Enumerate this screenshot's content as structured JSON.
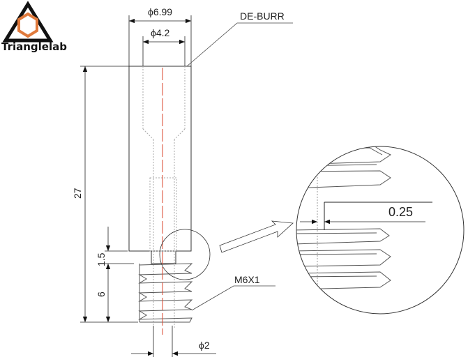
{
  "logo": {
    "brand": "Trianglelab",
    "accent": "#e07a3c"
  },
  "dimensions": {
    "outer_diameter": "ϕ6.99",
    "inner_diameter": "ϕ4.2",
    "deburr_note": "DE-BURR",
    "total_length": "27",
    "neck_length": "1.5",
    "thread_length": "6",
    "thread_spec": "M6X1",
    "bore_diameter": "ϕ2",
    "detail_gap": "0.25"
  },
  "colors": {
    "centerline": "#d9452b",
    "line": "#222222"
  }
}
